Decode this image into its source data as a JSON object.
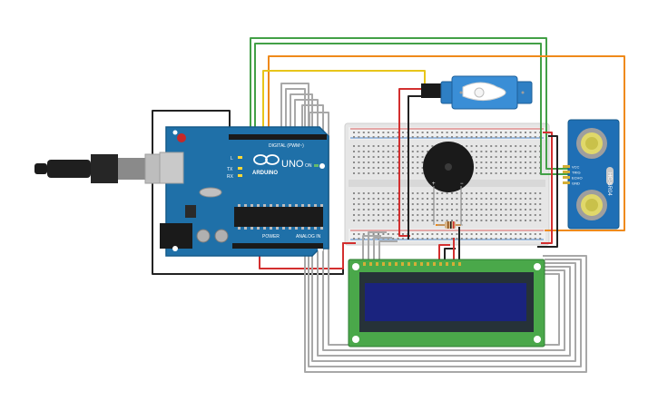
{
  "colors": {
    "background": "#ffffff",
    "arduino_board": "#1f70a8",
    "arduino_dark": "#155a8a",
    "breadboard": "#e8e8e8",
    "lcd_pcb": "#4aa84a",
    "lcd_screen": "#1a237e",
    "servo": "#2e7fc4",
    "sensor_pcb": "#1f6fb5",
    "buzzer": "#1a1a1a",
    "wire_black": "#222222",
    "wire_red": "#d32f2f",
    "wire_green": "#43a047",
    "wire_orange": "#ef8a1a",
    "wire_yellow": "#e8c51a",
    "wire_gray": "#9e9e9e"
  },
  "arduino": {
    "brand": "ARDUINO",
    "model": "UNO",
    "digital_label": "DIGITAL (PWM~)",
    "power_label": "POWER",
    "analog_label": "ANALOG IN",
    "tx_label": "TX",
    "rx_label": "RX",
    "l_label": "L",
    "on_label": "ON"
  },
  "sensor": {
    "model": "HC-SR04",
    "pins": [
      "VCC",
      "TRIG",
      "ECHO",
      "GND"
    ]
  },
  "buzzer": {
    "plus": "+",
    "minus": "−"
  },
  "icons": {
    "usb": "usb-cable-icon",
    "servo": "servo-motor-icon",
    "buzzer": "piezo-buzzer-icon",
    "sensor": "ultrasonic-sensor-icon",
    "lcd": "lcd-display-icon",
    "resistor": "resistor-icon"
  }
}
